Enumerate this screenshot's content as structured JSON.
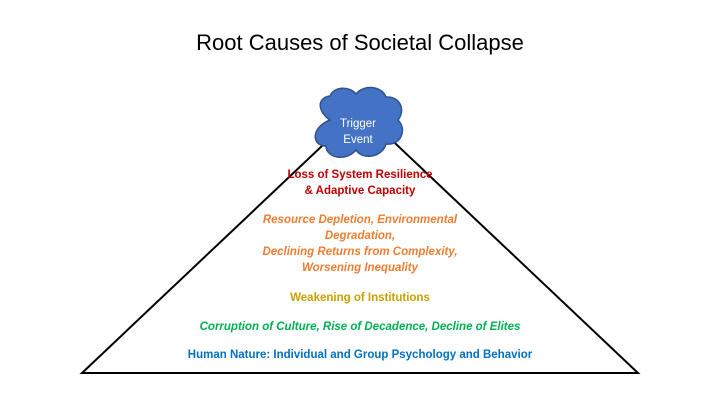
{
  "title": "Root Causes of Societal Collapse",
  "trigger": {
    "line1": "Trigger",
    "line2": "Event",
    "fill": "#4472c4",
    "stroke": "#2f528f"
  },
  "layers": [
    {
      "lines": [
        "Loss of System Resilience",
        "& Adaptive Capacity"
      ],
      "color": "#c00000",
      "italic": false
    },
    {
      "lines": [
        "Resource Depletion, Environmental",
        "Degradation,",
        "Declining Returns from Complexity,",
        "Worsening Inequality"
      ],
      "color": "#ed7d31",
      "italic": true
    },
    {
      "lines": [
        "Weakening of Institutions"
      ],
      "color": "#c9a100",
      "italic": false
    },
    {
      "lines": [
        "Corruption of Culture, Rise of Decadence, Decline of Elites"
      ],
      "color": "#00b050",
      "italic": true
    },
    {
      "lines": [
        "Human Nature: Individual and Group Psychology and Behavior"
      ],
      "color": "#0070c0",
      "italic": false
    }
  ]
}
